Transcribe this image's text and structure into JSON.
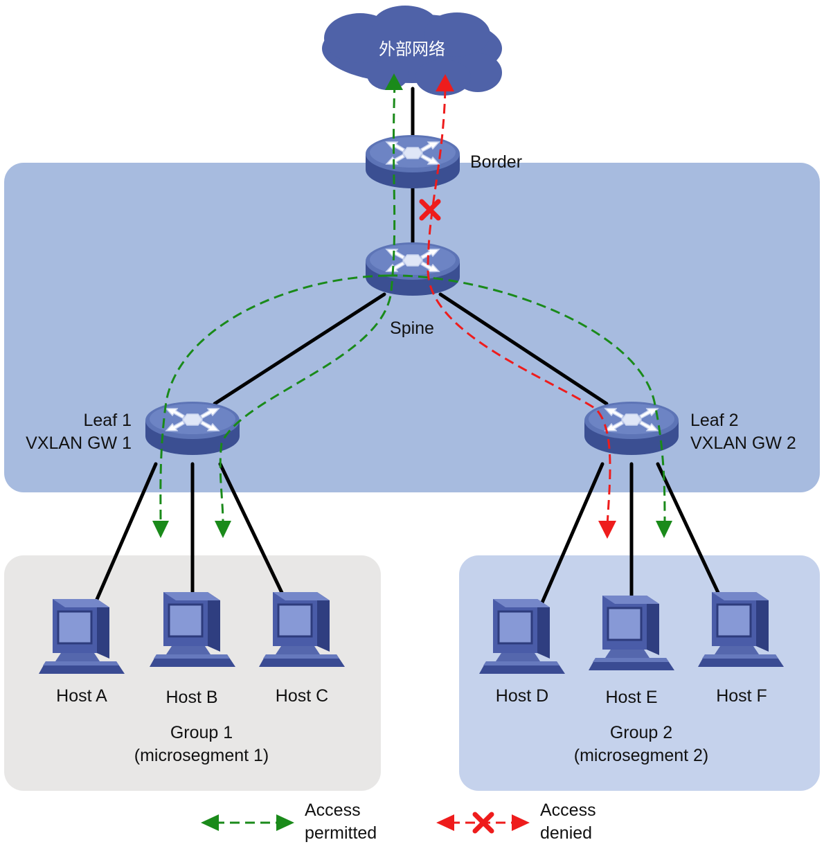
{
  "cloud": {
    "label": "外部网络"
  },
  "devices": {
    "border": {
      "label": "Border"
    },
    "spine": {
      "label": "Spine"
    },
    "leaf1": {
      "label_line1": "Leaf 1",
      "label_line2": "VXLAN GW 1"
    },
    "leaf2": {
      "label_line1": "Leaf 2",
      "label_line2": "VXLAN GW 2"
    }
  },
  "hosts": [
    {
      "id": "a",
      "label": "Host A"
    },
    {
      "id": "b",
      "label": "Host B"
    },
    {
      "id": "c",
      "label": "Host C"
    },
    {
      "id": "d",
      "label": "Host D"
    },
    {
      "id": "e",
      "label": "Host E"
    },
    {
      "id": "f",
      "label": "Host F"
    }
  ],
  "groups": {
    "group1": {
      "line1": "Group 1",
      "line2": "(microsegment 1)"
    },
    "group2": {
      "line1": "Group 2",
      "line2": "(microsegment 2)"
    }
  },
  "legend": {
    "permitted": {
      "line1": "Access",
      "line2": "permitted"
    },
    "denied": {
      "line1": "Access",
      "line2": "denied"
    }
  },
  "colors": {
    "fabric_bg": "#a7bbdf",
    "group1_bg": "#e8e7e6",
    "group2_bg": "#c5d2ec",
    "device_blue": "#5a6fb1",
    "permitted": "#1a8a1a",
    "denied": "#ee1c1c",
    "cloud": "#4f62a8"
  }
}
